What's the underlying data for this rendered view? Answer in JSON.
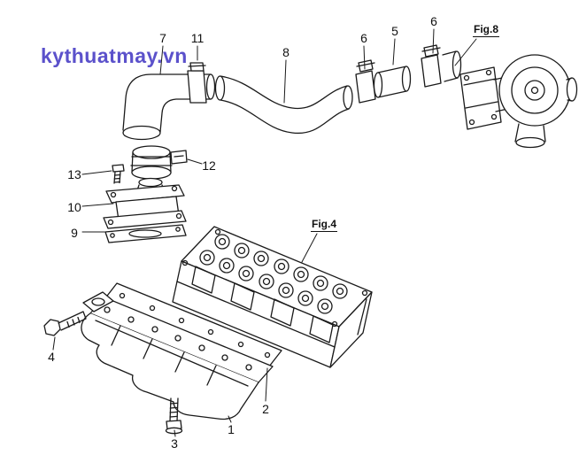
{
  "canvas": {
    "background": "#ffffff",
    "line_color": "#1a1a1a"
  },
  "watermark": {
    "text": "kythuatmay.vn",
    "color": "#5b51cb"
  },
  "figure_labels": {
    "fig8": "Fig.8",
    "fig4": "Fig.4"
  },
  "callouts": [
    {
      "label": "7"
    },
    {
      "label": "11"
    },
    {
      "label": "8"
    },
    {
      "label": "6"
    },
    {
      "label": "5"
    },
    {
      "label": "6"
    },
    {
      "label": "13"
    },
    {
      "label": "12"
    },
    {
      "label": "10"
    },
    {
      "label": "9"
    },
    {
      "label": "4"
    },
    {
      "label": "3"
    },
    {
      "label": "1"
    },
    {
      "label": "2"
    }
  ]
}
